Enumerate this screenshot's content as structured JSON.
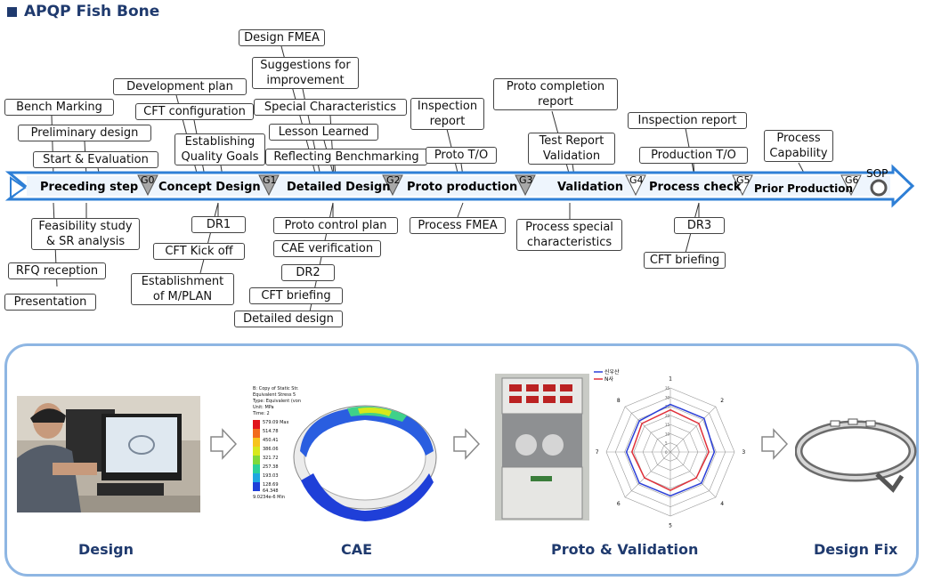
{
  "title": "APQP Fish Bone",
  "stages": [
    "Preceding step",
    "Concept Design",
    "Detailed Design",
    "Proto production",
    "Validation",
    "Process check",
    "Prior Production"
  ],
  "gates": [
    "G0",
    "G1",
    "G2",
    "G3",
    "G4",
    "G5",
    "G6"
  ],
  "sop": "SOP",
  "boxes": {
    "bench": "Bench Marking",
    "prelim": "Preliminary design",
    "start": "Start & Evaluation",
    "feas": "Feasibility study\n& SR analysis",
    "rfq": "RFQ reception",
    "present": "Presentation",
    "devplan": "Development plan",
    "cftconf": "CFT configuration",
    "quality": "Establishing\nQuality Goals",
    "dr1": "DR1",
    "kickoff": "CFT Kick off",
    "mplan": "Establishment\nof M/PLAN",
    "dfmea": "Design FMEA",
    "suggest": "Suggestions for\nimprovement",
    "special": "Special Characteristics",
    "lesson": "Lesson Learned",
    "reflect": "Reflecting Benchmarking",
    "protocp": "Proto control plan",
    "cae": "CAE verification",
    "dr2": "DR2",
    "cftbrief1": "CFT briefing",
    "detail": "Detailed design",
    "insp1": "Inspection\nreport",
    "prototo": "Proto T/O",
    "pfmea": "Process FMEA",
    "protocomp": "Proto completion\nreport",
    "testrep": "Test Report\nValidation",
    "procspec": "Process special\ncharacteristics",
    "insp2": "Inspection report",
    "prodto": "Production T/O",
    "dr3": "DR3",
    "cftbrief2": "CFT briefing",
    "capab": "Process\nCapability"
  },
  "captions": [
    "Design",
    "CAE",
    "Proto & Validation",
    "Design Fix"
  ],
  "cae_legend": {
    "header": [
      "B: Copy of Static Str.",
      "Equivalent Stress 5",
      "Type: Equivalent (von",
      "Unit: MPa",
      "Time: 2"
    ],
    "max_label": "579.09 Max",
    "values": [
      "514.78",
      "450.41",
      "386.06",
      "321.72",
      "257.38",
      "193.03",
      "128.69",
      "64.348"
    ],
    "min_label": "9.0234e-6 Min"
  },
  "radar": {
    "series": [
      {
        "name": "신우산",
        "color": "#2b3fd8",
        "values": [
          26,
          26,
          24,
          24,
          24,
          24,
          24,
          24
        ]
      },
      {
        "name": "N사",
        "color": "#e0303a",
        "values": [
          23,
          22,
          21,
          20,
          21,
          20,
          21,
          22
        ]
      }
    ],
    "axes": [
      "1",
      "2",
      "3",
      "4",
      "5",
      "6",
      "7",
      "8"
    ],
    "ticks": [
      "0",
      "5",
      "10",
      "15",
      "20",
      "25",
      "30",
      "35"
    ],
    "max": 35
  },
  "colors": {
    "spine": "#2e7fd6",
    "spine_light": "#e8f2fc",
    "accent": "#1f3a6e",
    "panel_border": "#8eb6e3"
  }
}
